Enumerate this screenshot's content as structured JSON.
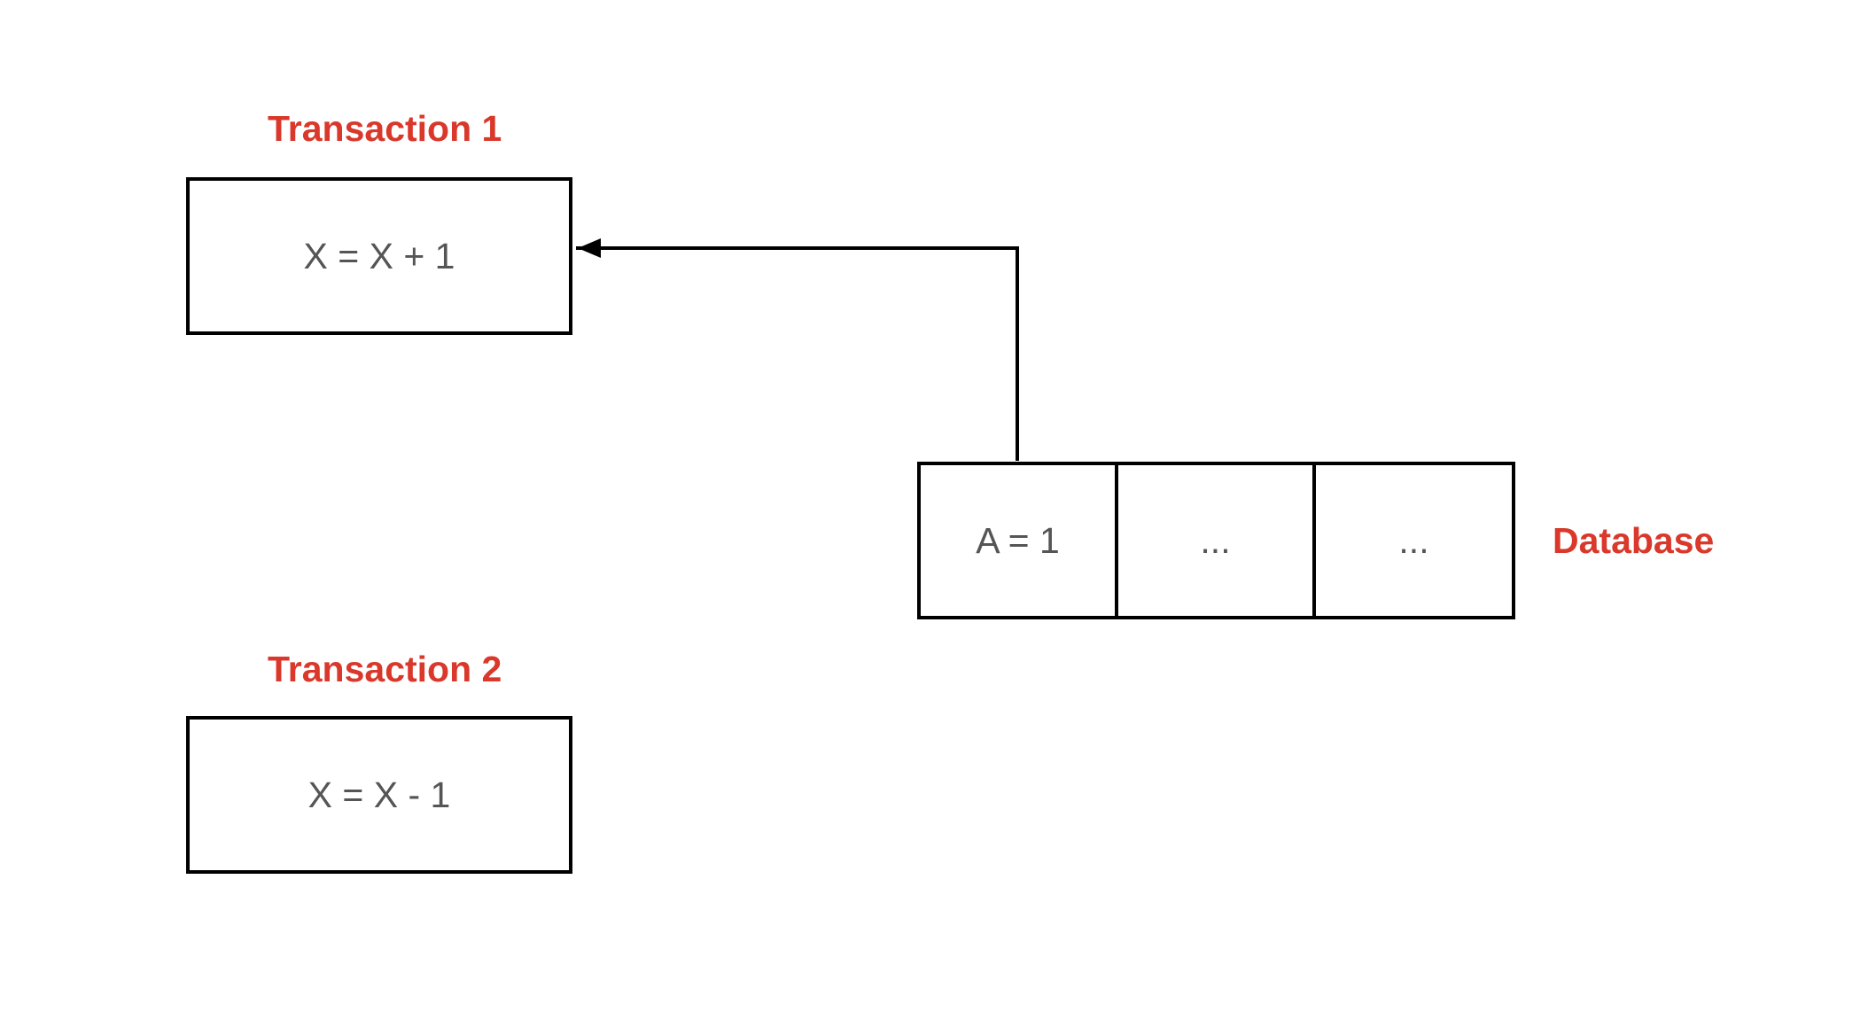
{
  "transactions": [
    {
      "label": "Transaction 1",
      "expression": "X = X + 1"
    },
    {
      "label": "Transaction 2",
      "expression": "X = X - 1"
    }
  ],
  "database": {
    "label": "Database",
    "cells": [
      "A = 1",
      "...",
      "..."
    ]
  },
  "colors": {
    "label": "#d9382b",
    "box_text": "#555555",
    "stroke": "#000000"
  }
}
